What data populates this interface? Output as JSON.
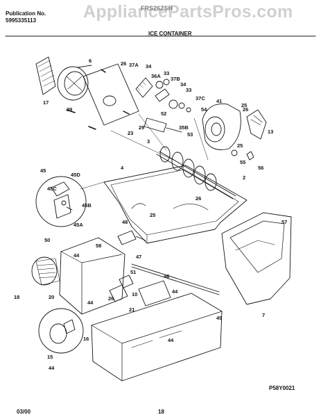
{
  "header": {
    "publication_label": "Publication No.",
    "publication_number": "5995335113",
    "model": "FRS26ZSH",
    "section_title": "ICE CONTAINER"
  },
  "watermark": "AppliancePartsPros.com",
  "footer": {
    "date": "03/00",
    "page": "18",
    "figure_code": "P58Y0021"
  },
  "part_labels": [
    "17",
    "6",
    "26",
    "37A",
    "34",
    "33",
    "36A",
    "37B",
    "34",
    "33",
    "37C",
    "41",
    "25",
    "26",
    "39",
    "23",
    "29",
    "52",
    "54",
    "35B",
    "53",
    "13",
    "3",
    "25",
    "55",
    "56",
    "4",
    "2",
    "45",
    "45D",
    "45C",
    "45B",
    "45A",
    "50",
    "26",
    "57",
    "25",
    "48",
    "58",
    "47",
    "44",
    "51",
    "18",
    "20",
    "46",
    "44",
    "44",
    "26",
    "10",
    "21",
    "44",
    "7",
    "49",
    "16",
    "44",
    "15"
  ],
  "colors": {
    "ink": "#111111",
    "watermark": "#969696"
  }
}
